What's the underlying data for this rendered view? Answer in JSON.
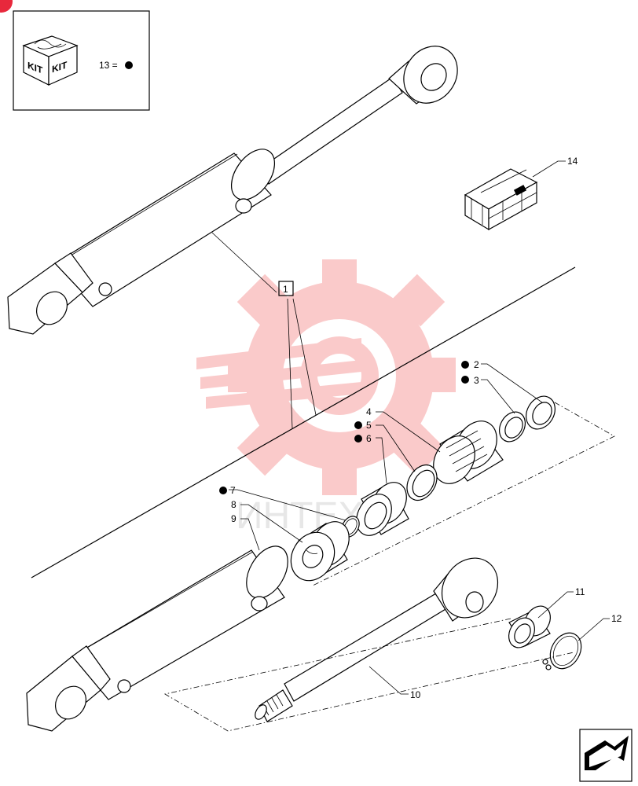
{
  "kit_box": {
    "kit_label_1": "KIT",
    "kit_label_2": "KIT",
    "legend_text": "13 ="
  },
  "callouts": [
    {
      "id": "c1",
      "label": "1",
      "kit": false
    },
    {
      "id": "c2",
      "label": "2",
      "kit": true
    },
    {
      "id": "c3",
      "label": "3",
      "kit": true
    },
    {
      "id": "c4",
      "label": "4",
      "kit": false
    },
    {
      "id": "c5",
      "label": "5",
      "kit": true
    },
    {
      "id": "c6",
      "label": "6",
      "kit": true
    },
    {
      "id": "c7",
      "label": "7",
      "kit": true
    },
    {
      "id": "c8",
      "label": "8",
      "kit": false
    },
    {
      "id": "c9",
      "label": "9",
      "kit": false
    },
    {
      "id": "c10",
      "label": "10",
      "kit": false
    },
    {
      "id": "c11",
      "label": "11",
      "kit": false
    },
    {
      "id": "c12",
      "label": "12",
      "kit": false
    },
    {
      "id": "c14",
      "label": "14",
      "kit": false
    }
  ],
  "watermark": {
    "text": "ИНТЕХ",
    "color": "#f26b6b"
  },
  "colors": {
    "corner_badge": "#e8283c",
    "ink": "#000000"
  },
  "nav": {
    "icon": "next-page-arrow-icon"
  }
}
